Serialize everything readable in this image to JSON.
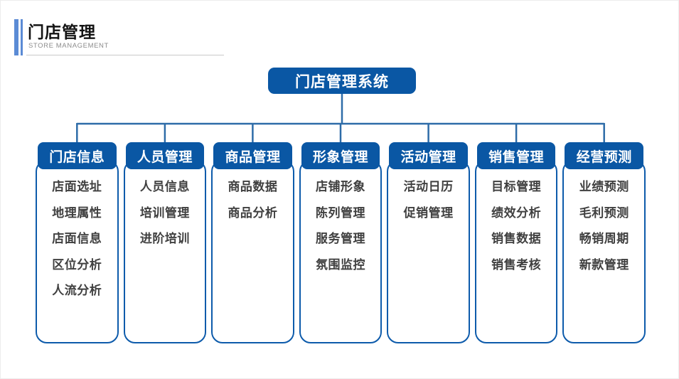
{
  "slide": {
    "title": "门店管理",
    "subtitle": "STORE MANAGEMENT"
  },
  "diagram": {
    "root": "门店管理系统",
    "columns": [
      {
        "header": "门店信息",
        "items": [
          "店面选址",
          "地理属性",
          "店面信息",
          "区位分析",
          "人流分析"
        ]
      },
      {
        "header": "人员管理",
        "items": [
          "人员信息",
          "培训管理",
          "进阶培训"
        ]
      },
      {
        "header": "商品管理",
        "items": [
          "商品数据",
          "商品分析"
        ]
      },
      {
        "header": "形象管理",
        "items": [
          "店铺形象",
          "陈列管理",
          "服务管理",
          "氛围监控"
        ]
      },
      {
        "header": "活动管理",
        "items": [
          "活动日历",
          "促销管理"
        ]
      },
      {
        "header": "销售管理",
        "items": [
          "目标管理",
          "绩效分析",
          "销售数据",
          "销售考核"
        ]
      },
      {
        "header": "经营预测",
        "items": [
          "业绩预测",
          "毛利预测",
          "畅销周期",
          "新款管理"
        ]
      }
    ]
  },
  "colors": {
    "node_fill": "#0a57a4",
    "card_border": "#0d5bab",
    "connector": "#2e6ca8",
    "accent_bar": "#5b8bd5",
    "item_text": "#404040"
  }
}
